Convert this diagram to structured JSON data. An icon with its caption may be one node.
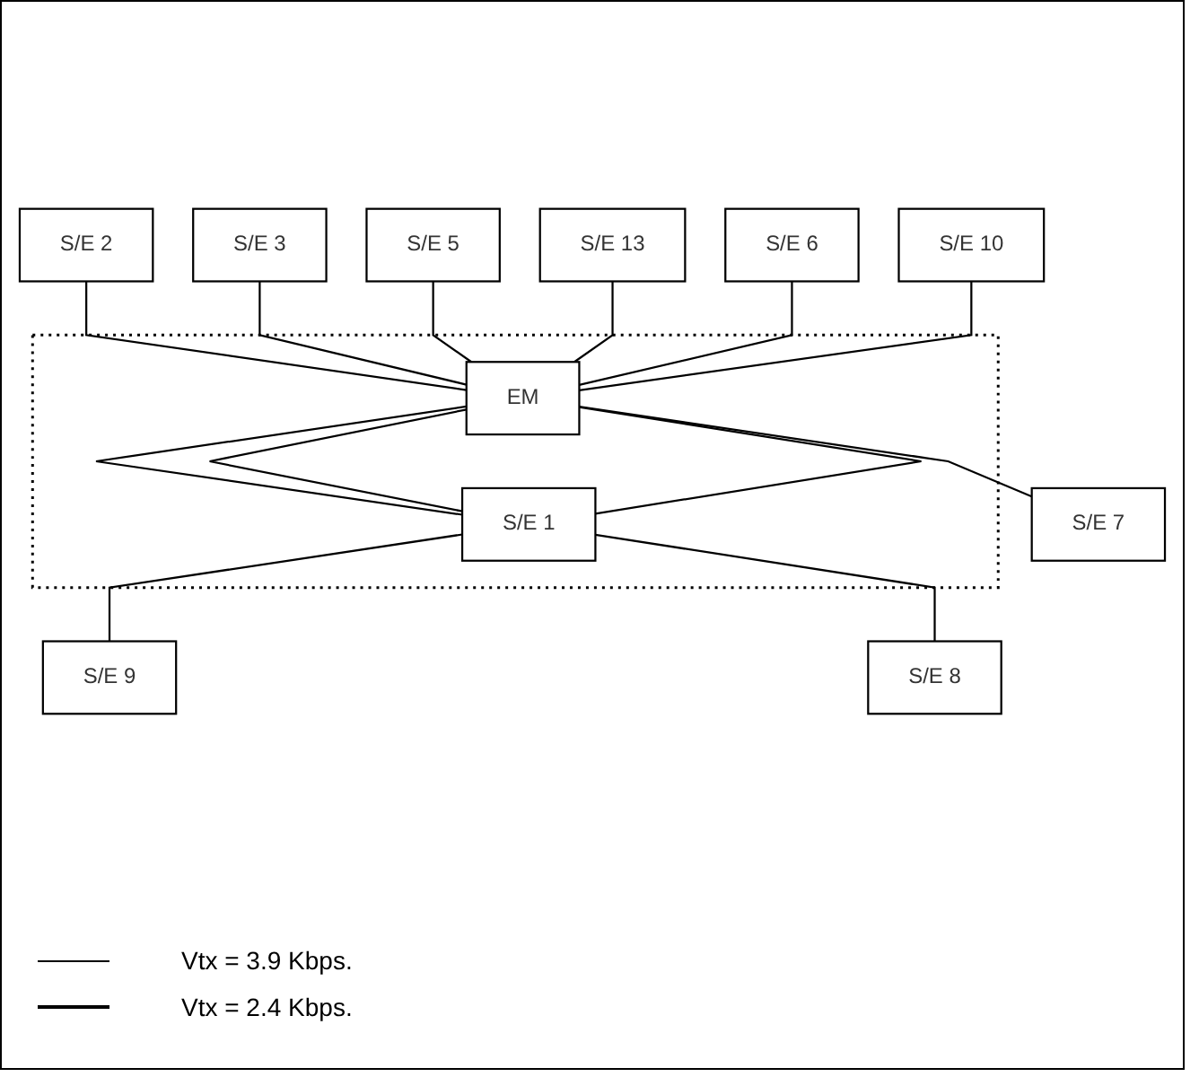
{
  "diagram": {
    "nodes": [
      {
        "text": [
          "S/E 2"
        ]
      },
      {
        "text": [
          "S/E 3"
        ]
      },
      {
        "text": [
          "S/E 5"
        ]
      },
      {
        "text": [
          "S/E 13"
        ]
      },
      {
        "text": [],
        "shape": "box"
      },
      {
        "text": [
          "EM"
        ],
        "in": 4
      },
      {
        "text": [
          "S/E 6"
        ]
      },
      {
        "text": [
          "S/E 1"
        ],
        "in": 4
      },
      {
        "text": [
          "S/E 10"
        ]
      },
      {
        "text": [
          "S/E 7"
        ]
      },
      {
        "text": [
          "S/E 9"
        ]
      },
      {
        "text": [
          "S/E 8"
        ]
      }
    ],
    "edges": [
      {
        "from": 0,
        "to": 5,
        "arrow": "none"
      },
      {
        "from": 1,
        "to": 5,
        "arrow": "none"
      },
      {
        "from": 2,
        "to": 5,
        "arrow": "none"
      },
      {
        "from": 3,
        "to": 5,
        "arrow": "none"
      },
      {
        "from": 6,
        "to": 5,
        "arrow": "none"
      },
      {
        "from": 8,
        "to": 5,
        "arrow": "none"
      },
      {
        "from": 5,
        "to": 9,
        "arrow": "none"
      },
      {
        "from": 5,
        "to": 7,
        "arrow": "none"
      },
      {
        "from": 5,
        "to": 7,
        "arrow": "none"
      },
      {
        "from": 5,
        "to": 7,
        "arrow": "none"
      },
      {
        "from": 7,
        "to": 10,
        "arrow": "none"
      },
      {
        "from": 7,
        "to": 11,
        "arrow": "none"
      }
    ],
    "legend": [
      {
        "text": "Vtx = 3.9 Kbps."
      },
      {
        "text": "Vtx = 2.4 Kbps."
      }
    ]
  }
}
